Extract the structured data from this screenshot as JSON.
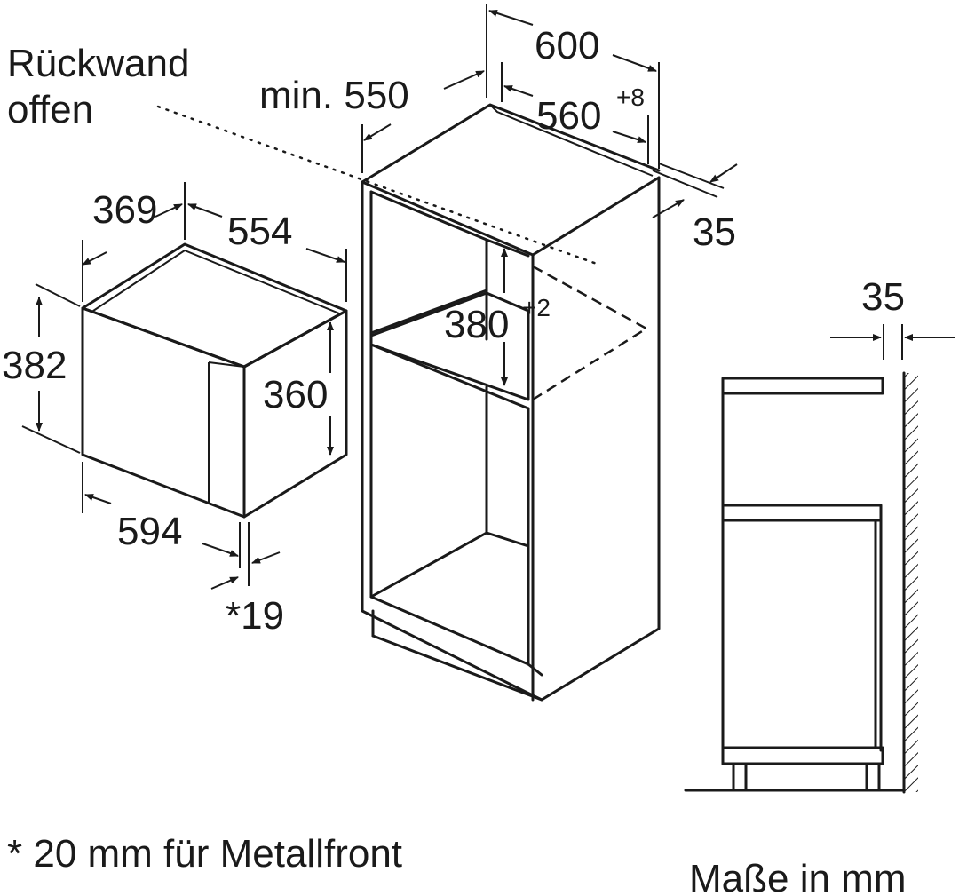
{
  "labels": {
    "rueckwand_line1": "Rückwand",
    "rueckwand_line2": "offen",
    "min550": "min. 550",
    "d600": "600",
    "d560": "560",
    "d560_tol": "+8",
    "d35_top": "35",
    "d380": "380",
    "d380_tol": "+2",
    "d369": "369",
    "d554": "554",
    "d382": "382",
    "d360": "360",
    "d594": "594",
    "d19": "*19",
    "d35_side": "35",
    "footnote": "* 20 mm für Metallfront",
    "units": "Maße in mm"
  }
}
